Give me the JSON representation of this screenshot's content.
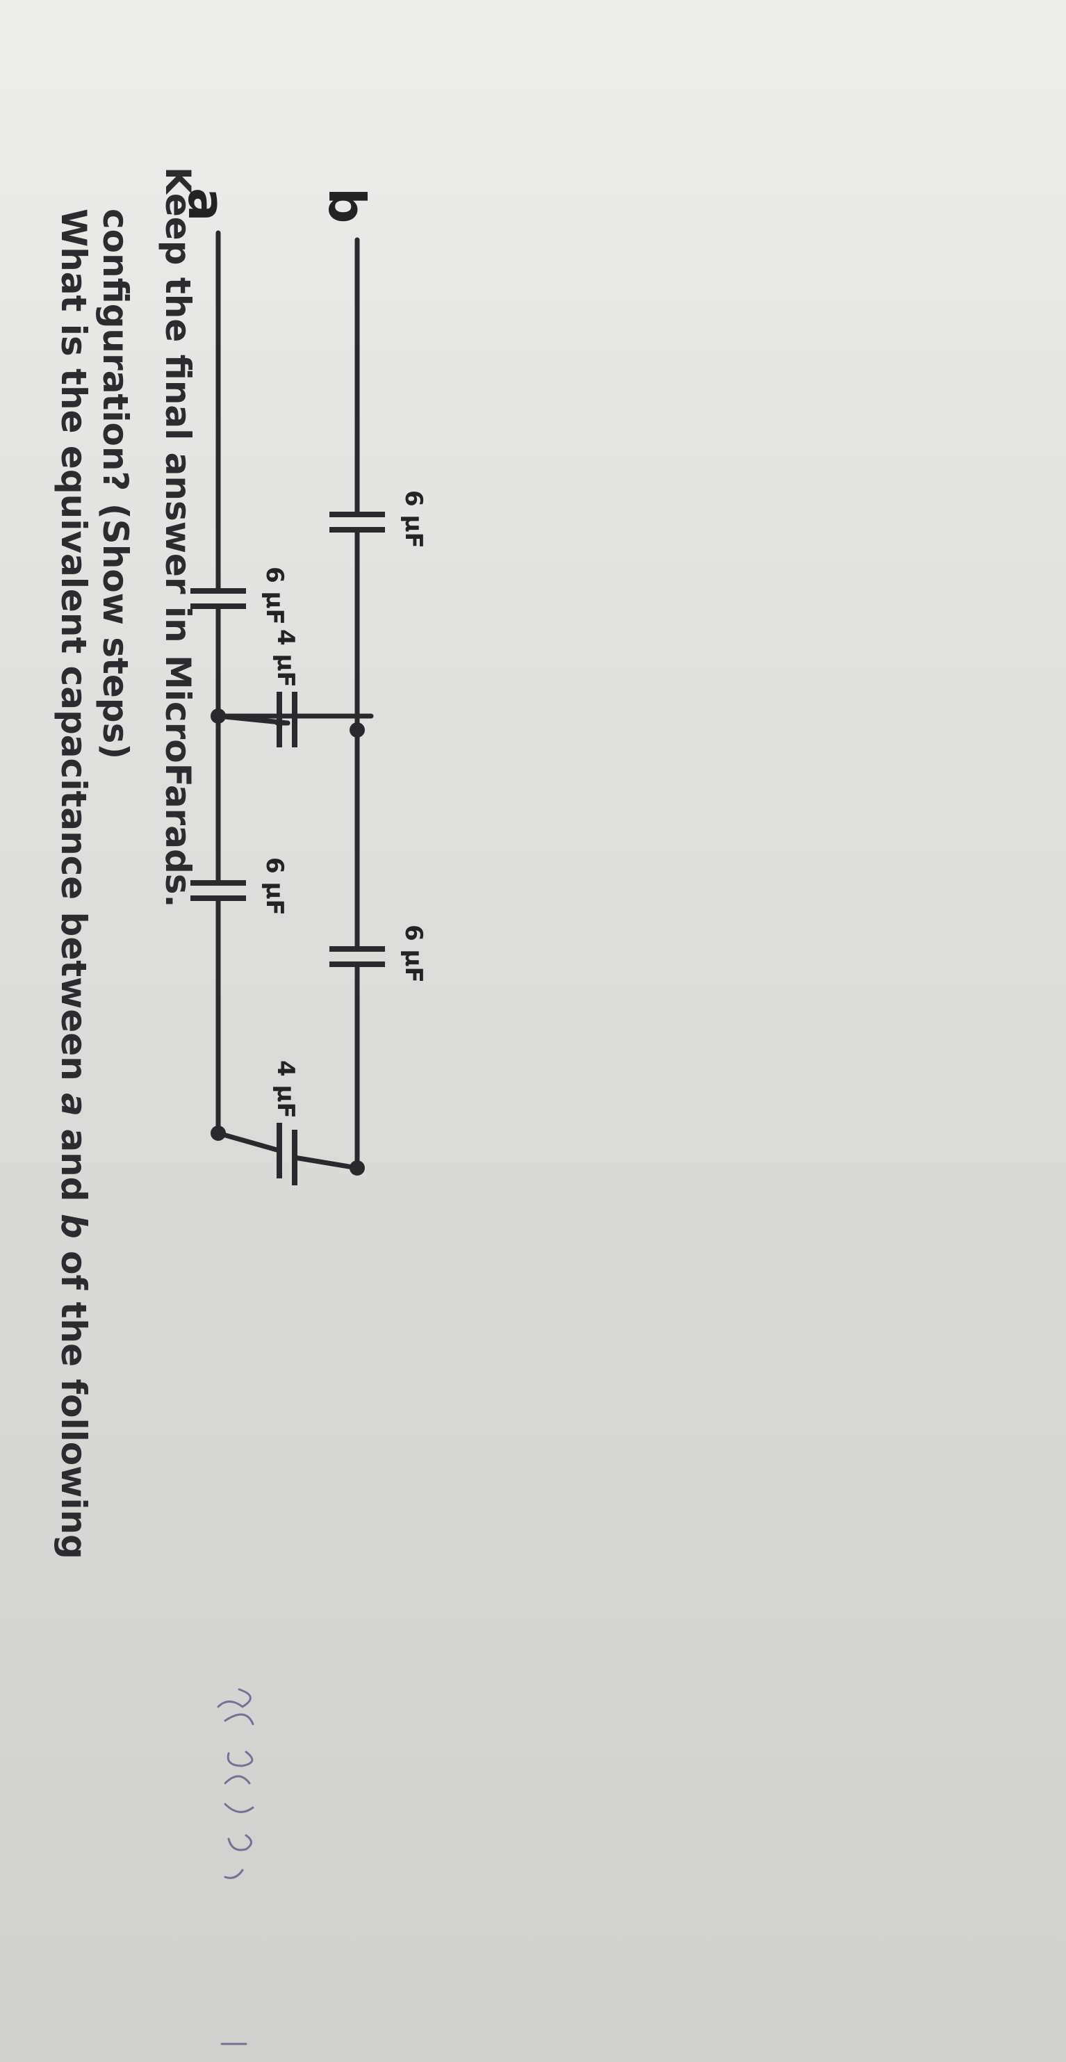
{
  "question": {
    "line1_prefix": "What is the equivalent capacitance between ",
    "var_a": "a",
    "line1_mid": " and ",
    "var_b": "b",
    "line1_suffix": " of the following",
    "line2": "configuration? (Show steps)",
    "line3": "Keep the final answer in MicroFarads."
  },
  "circuit": {
    "terminal_a": "a",
    "terminal_b": "b",
    "capacitors": [
      {
        "id": "c1",
        "label": "6 µF"
      },
      {
        "id": "c2",
        "label": "4 µF"
      },
      {
        "id": "c3",
        "label": "6 µF"
      },
      {
        "id": "c4",
        "label": "6 µF"
      },
      {
        "id": "c5",
        "label": "4 µF"
      },
      {
        "id": "c6",
        "label": "6 µF"
      }
    ]
  },
  "colors": {
    "ink": "#2a2a2e",
    "paper": "#e4e4e2",
    "pencil": "#7b6f96"
  }
}
